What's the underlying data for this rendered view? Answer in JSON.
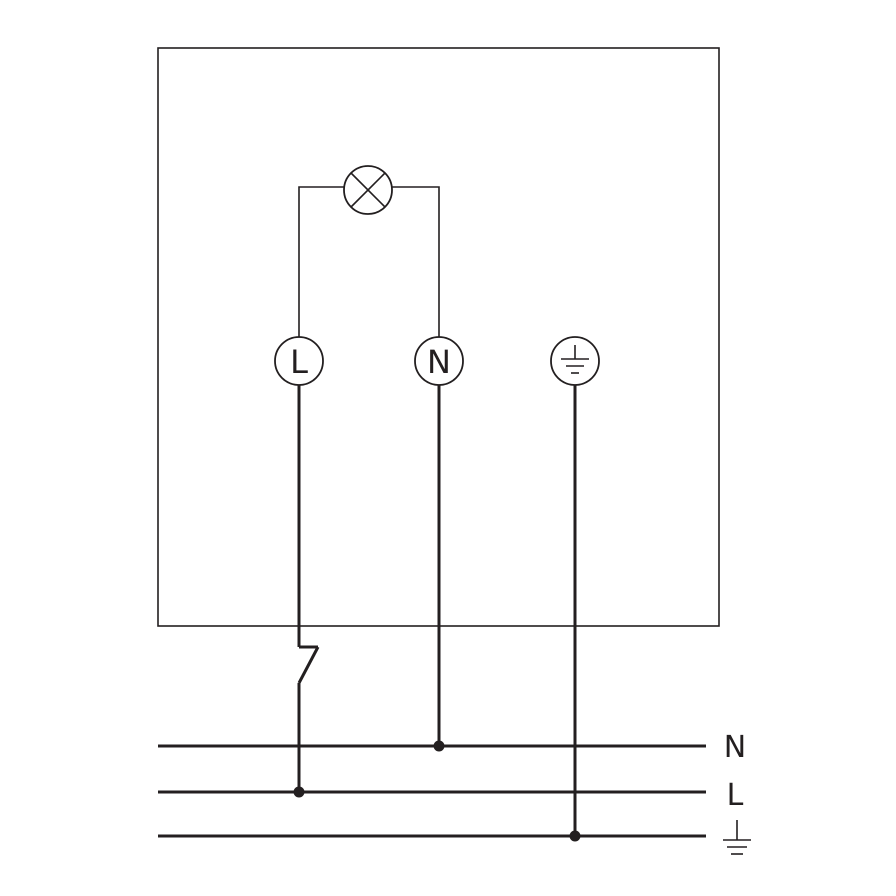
{
  "diagram": {
    "terminals": {
      "live": "L",
      "neutral": "N"
    },
    "bus_labels": {
      "neutral": "N",
      "live": "L"
    },
    "icons": {
      "lamp": "lamp-icon",
      "earth_terminal": "earth-terminal-icon",
      "earth_bus": "earth-icon",
      "switch": "switch-icon"
    },
    "colors": {
      "line": "#231f20",
      "background": "#ffffff"
    }
  }
}
